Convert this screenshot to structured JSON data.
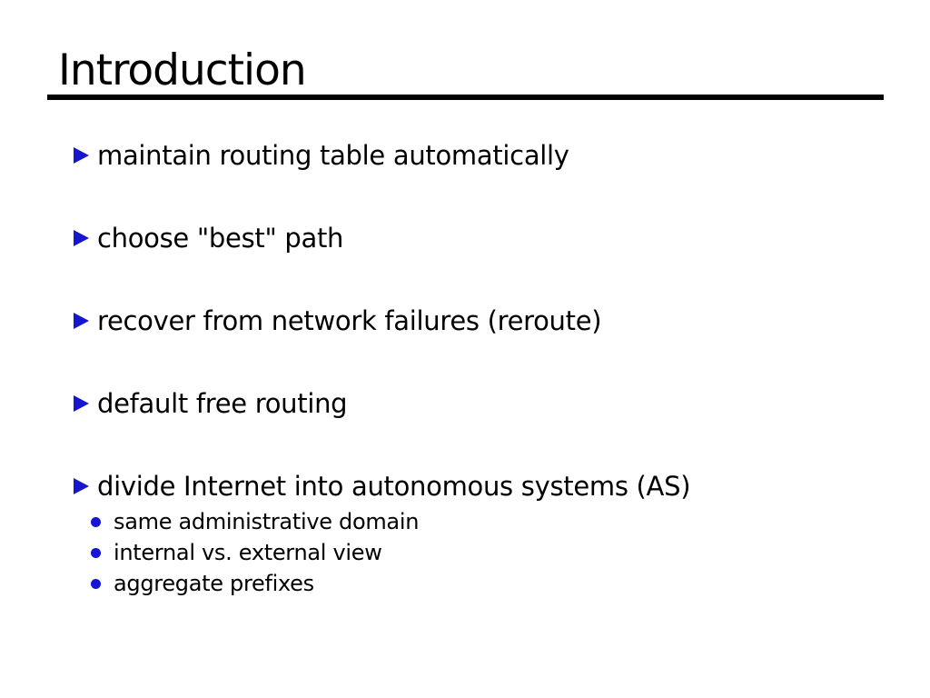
{
  "slide": {
    "title": "Introduction",
    "bullets": [
      {
        "label": "maintain routing table automatically"
      },
      {
        "label": "choose \"best\" path"
      },
      {
        "label": "recover from network failures (reroute)"
      },
      {
        "label": "default free routing"
      },
      {
        "label": "divide Internet into autonomous systems (AS)",
        "sub": [
          "same administrative domain",
          "internal vs. external view",
          "aggregate prefixes"
        ]
      }
    ],
    "colors": {
      "background": "#ffffff",
      "text": "#000000",
      "bullet": "#1515d2",
      "rule": "#000000"
    }
  }
}
